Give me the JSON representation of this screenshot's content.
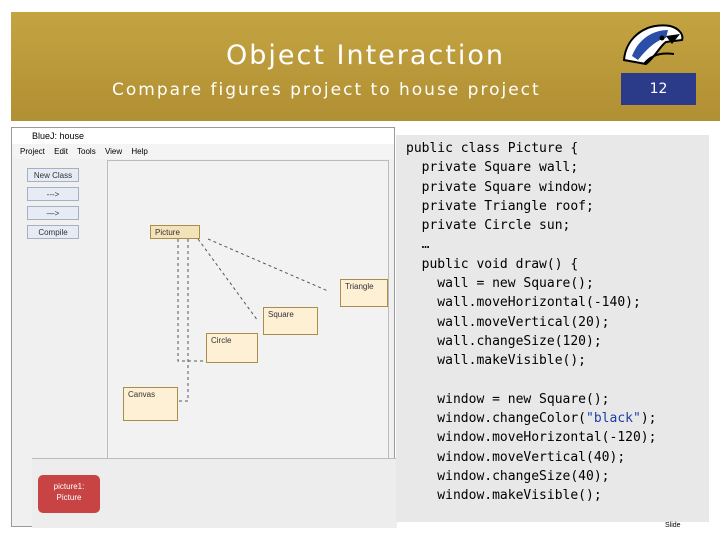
{
  "slide": {
    "title": "Object Interaction",
    "subtitle": "Compare figures project to house project",
    "number": "12",
    "footer": "Slide"
  },
  "bluej": {
    "window_title": "BlueJ: house",
    "menu": [
      "Project",
      "Edit",
      "Tools",
      "View",
      "Help"
    ],
    "side_buttons": [
      "New Class",
      "--->",
      "—>",
      "Compile"
    ],
    "classes": [
      "Picture",
      "Triangle",
      "Square",
      "Circle",
      "Canvas"
    ],
    "object": {
      "line1": "picture1:",
      "line2": "Picture"
    }
  },
  "code_lines": [
    "public class Picture {",
    "  private Square wall;",
    "  private Square window;",
    "  private Triangle roof;",
    "  private Circle sun;",
    "  …",
    "  public void draw() {",
    "    wall = new Square();",
    "    wall.moveHorizontal(-140);",
    "    wall.moveVertical(20);",
    "    wall.changeSize(120);",
    "    wall.makeVisible();",
    "",
    "    window = new Square();",
    "    window.changeColor(\"black\");",
    "    window.moveHorizontal(-120);",
    "    window.moveVertical(40);",
    "    window.changeSize(40);",
    "    window.makeVisible();"
  ],
  "colors": {
    "header": "#b89a3a",
    "badge": "#2c3a8a",
    "code_bg": "#e8e8e8",
    "string_color": "#1a3fa8"
  }
}
